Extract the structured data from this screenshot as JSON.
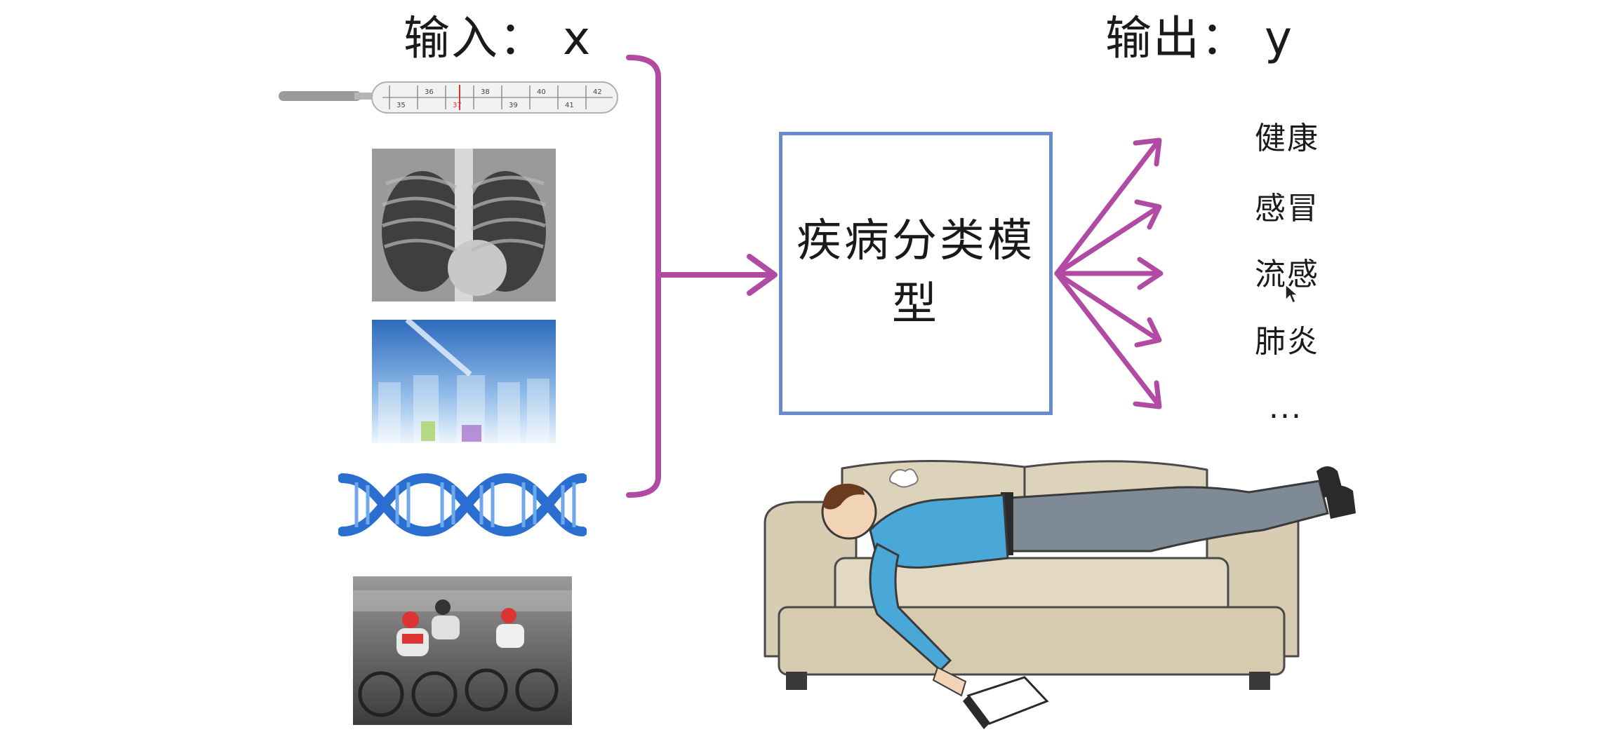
{
  "input_heading": "输入： x",
  "output_heading": "输出： y",
  "model_label": "疾病分类模型",
  "outputs": [
    "健康",
    "感冒",
    "流感",
    "肺炎",
    "..."
  ],
  "thermometer": {
    "top_scale": [
      "36",
      "38",
      "40",
      "42"
    ],
    "bottom_scale": [
      "35",
      "37",
      "39",
      "41"
    ]
  },
  "colors": {
    "arrow": "#b04aa3",
    "box_border": "#6a8ad0",
    "dna": "#2a6fd0",
    "sofa": "#ddd2ba",
    "shirt": "#4aa8d8",
    "pants": "#7e8a96"
  },
  "icons": {
    "thermometer": "thermometer-image",
    "xray": "chest-xray-image",
    "testtubes": "test-tubes-image",
    "dna": "dna-helix-image",
    "cyclists": "cyclists-image",
    "sick_person": "person-on-sofa-illustration",
    "cursor": "mouse-cursor-icon"
  }
}
